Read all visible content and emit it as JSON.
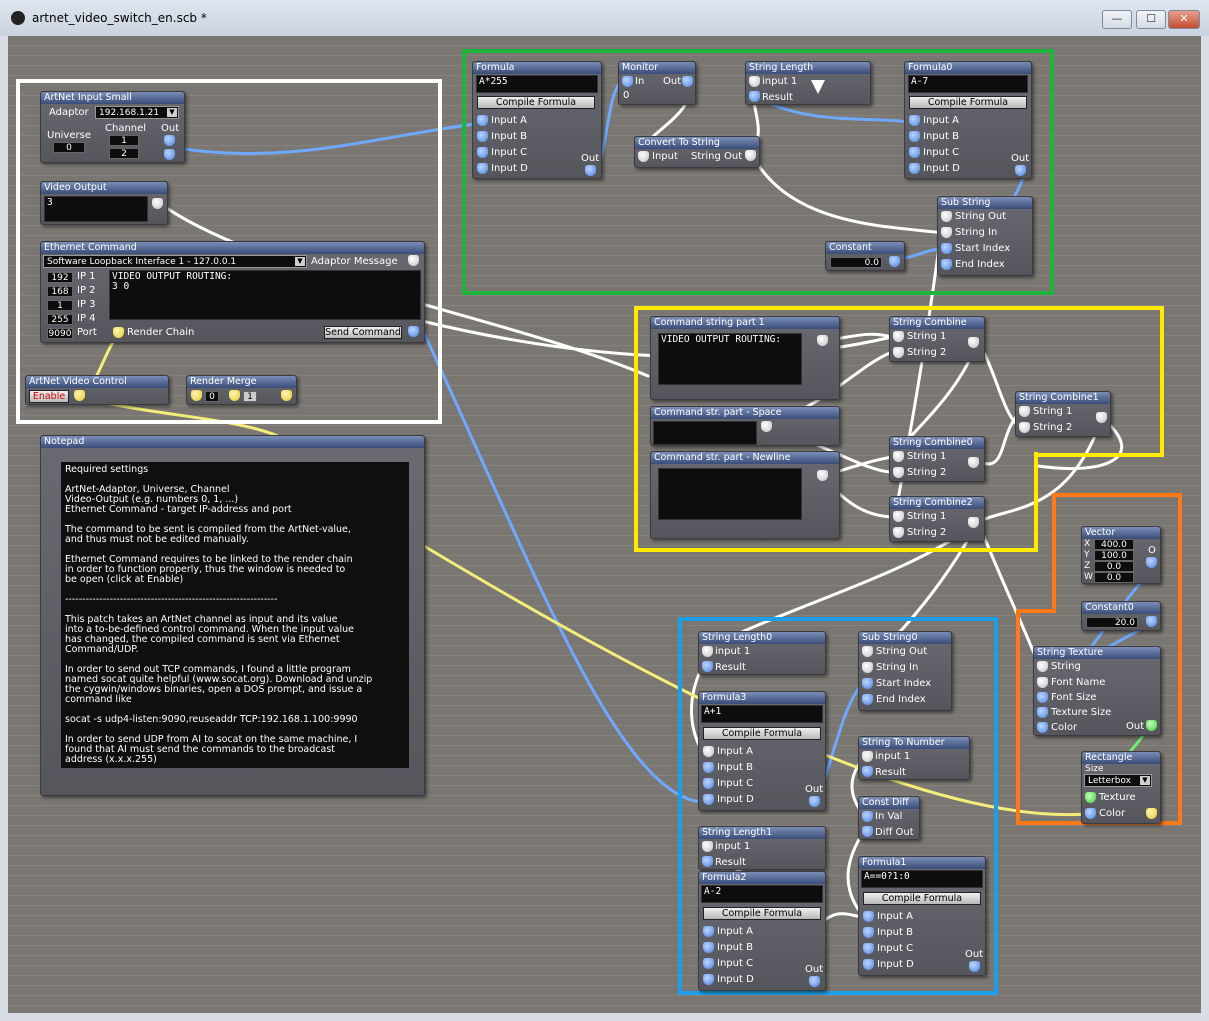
{
  "window": {
    "title": "artnet_video_switch_en.scb *",
    "minimize": "—",
    "maximize": "☐",
    "close": "✕"
  },
  "colors": {
    "canvas": "#7a7671",
    "wire_blue": "#6ea8ff",
    "wire_white": "#ffffff",
    "wire_yellow": "#f3ee79",
    "wire_green": "#6ef06e",
    "frame_white": "#ffffff",
    "frame_green": "#1fb53a",
    "frame_yellow": "#ffea00",
    "frame_orange": "#ff7a16",
    "frame_blue": "#1c9ee8"
  },
  "artnet": {
    "title": "ArtNet Input Small",
    "adaptor_label": "Adaptor",
    "adaptor_value": "192.168.1.21",
    "universe_label": "Universe",
    "universe_value": "0",
    "channel_label": "Channel",
    "channel_value1": "1",
    "channel_value2": "2",
    "out_label": "Out"
  },
  "video_output": {
    "title": "Video Output",
    "value": "3"
  },
  "ethernet": {
    "title": "Ethernet Command",
    "interface": "Software Loopback Interface 1 - 127.0.0.1",
    "adaptor_message": "Adaptor Message",
    "ip1": "192",
    "ip2": "168",
    "ip3": "1",
    "ip4": "255",
    "port": "9090",
    "ip1_label": "IP 1",
    "ip2_label": "IP 2",
    "ip3_label": "IP 3",
    "ip4_label": "IP 4",
    "port_label": "Port",
    "text": "VIDEO OUTPUT ROUTING:\n3 0",
    "render_chain": "Render Chain",
    "send": "Send Command"
  },
  "artnet_control": {
    "title": "ArtNet Video Control",
    "enable": "Enable"
  },
  "render_merge": {
    "title": "Render Merge",
    "v0": "0",
    "v1": "1"
  },
  "notepad": {
    "title": "Notepad",
    "text": "Required settings\n\nArtNet-Adaptor, Universe, Channel\nVideo-Output (e.g. numbers 0, 1, ...)\nEthernet Command - target IP-address and port\n\nThe command to be sent is compiled from the ArtNet-value,\nand thus must not be edited manually.\n\nEthernet Command requires to be linked to the render chain\nin order to function properly, thus the window is needed to\nbe open (click at Enable)\n\n--------------------------------------------------------------\n\nThis patch takes an ArtNet channel as input and its value\ninto a to-be-defined control command. When the input value\nhas changed, the compiled command is sent via Ethernet\nCommand/UDP.\n\nIn order to send out TCP commands, I found a little program\nnamed socat quite helpful (www.socat.org). Download and unzip\nthe cygwin/windows binaries, open a DOS prompt, and issue a\ncommand like\n\nsocat -s udp4-listen:9090,reuseaddr TCP:192.168.1.100:9990\n\nIn order to send UDP from AI to socat on the same machine, I\nfound that AI must send the commands to the broadcast\naddress (x.x.x.255)"
  },
  "labels": {
    "input_a": "Input A",
    "input_b": "Input B",
    "input_c": "Input C",
    "input_d": "Input D",
    "out": "Out",
    "compile": "Compile Formula",
    "in": "In",
    "input_1": "input 1",
    "result": "Result",
    "input": "Input",
    "string_out": "String Out",
    "string_in": "String In",
    "start_index": "Start Index",
    "end_index": "End Index",
    "string_1": "String 1",
    "string_2": "String 2",
    "in_val": "In Val",
    "diff_out": "Diff Out"
  },
  "formula": {
    "title": "Formula",
    "expr": "A*255"
  },
  "monitor": {
    "title": "Monitor",
    "value": "0"
  },
  "string_length": {
    "title": "String Length"
  },
  "formula0": {
    "title": "Formula0",
    "expr": "A-7"
  },
  "convert_to_string": {
    "title": "Convert To String"
  },
  "sub_string": {
    "title": "Sub String"
  },
  "constant": {
    "title": "Constant",
    "value": "0.0"
  },
  "cmd_part1": {
    "title": "Command string part 1",
    "text": "VIDEO OUTPUT ROUTING:"
  },
  "cmd_space": {
    "title": "Command str. part - Space"
  },
  "cmd_newline": {
    "title": "Command str. part - Newline"
  },
  "string_combine": {
    "title": "String Combine"
  },
  "string_combine0": {
    "title": "String Combine0"
  },
  "string_combine1": {
    "title": "String Combine1"
  },
  "string_combine2": {
    "title": "String Combine2"
  },
  "vector": {
    "title": "Vector",
    "x_label": "X",
    "y_label": "Y",
    "z_label": "Z",
    "w_label": "W",
    "x": "400.0",
    "y": "100.0",
    "z": "0.0",
    "w": "0.0",
    "out_label": "O"
  },
  "constant0": {
    "title": "Constant0",
    "value": "20.0"
  },
  "string_texture": {
    "title": "String Texture",
    "string": "String",
    "font_name": "Font Name",
    "font_size": "Font Size",
    "texture_size": "Texture Size",
    "color": "Color"
  },
  "rectangle": {
    "title": "Rectangle",
    "size_label": "Size",
    "size_value": "Letterbox",
    "texture": "Texture",
    "color": "Color"
  },
  "string_length0": {
    "title": "String Length0"
  },
  "sub_string0": {
    "title": "Sub String0"
  },
  "formula3": {
    "title": "Formula3",
    "expr": "A+1"
  },
  "string_to_number": {
    "title": "String To Number"
  },
  "const_diff": {
    "title": "Const Diff"
  },
  "string_length1": {
    "title": "String Length1"
  },
  "formula1": {
    "title": "Formula1",
    "expr": "A==0?1:0"
  },
  "formula2": {
    "title": "Formula2",
    "expr": "A-2"
  }
}
